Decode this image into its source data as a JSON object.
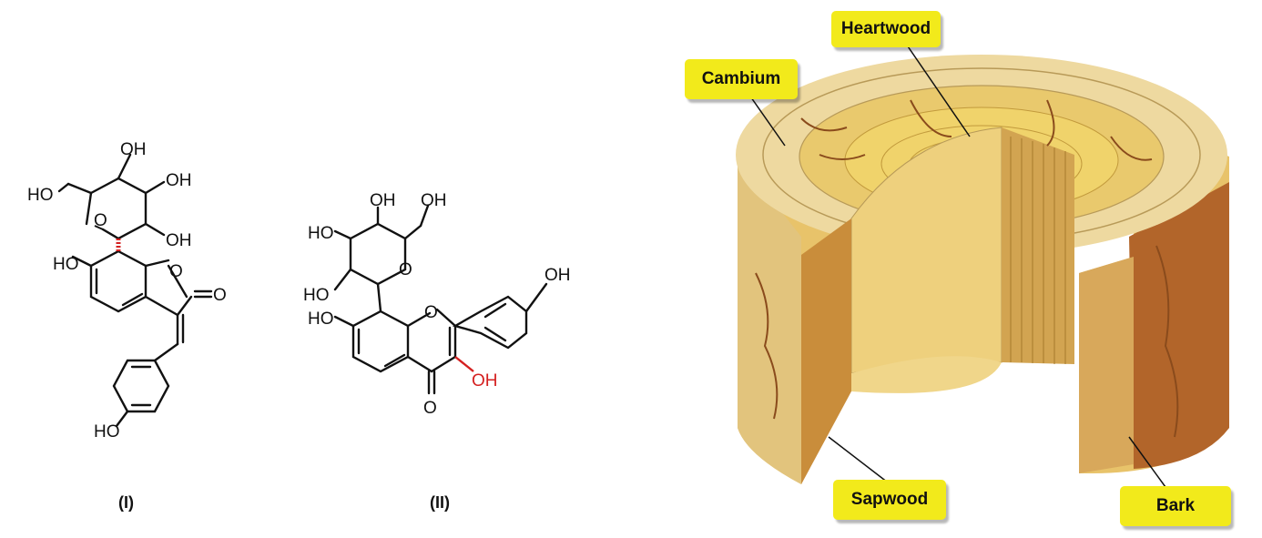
{
  "structure_I": {
    "atoms": {
      "oh_top": "OH",
      "ho_left": "HO",
      "oh_right": "OH",
      "ring_o": "O",
      "oh_lower": "OH",
      "ho_phenol": "HO",
      "lactone_o": "O",
      "carbonyl_o": "O",
      "ho_bottom": "HO"
    },
    "caption": "(I)"
  },
  "structure_II": {
    "atoms": {
      "oh_top": "OH",
      "oh_ch2": "OH",
      "ho_left": "HO",
      "ring_o": "O",
      "ho_lower": "HO",
      "ho_phenol": "HO",
      "chromone_o": "O",
      "oh_para": "OH",
      "oh_red": "OH",
      "carbonyl_o": "O"
    },
    "caption": "(II)"
  },
  "tree_diagram": {
    "labels": {
      "heartwood": "Heartwood",
      "cambium": "Cambium",
      "sapwood": "Sapwood",
      "bark": "Bark"
    },
    "colors": {
      "label_bg": "#f2ea1b",
      "bark": "#b2652a",
      "sapwood": "#e8c36a",
      "heartwood": "#f6d85c",
      "pith": "#f3c63a"
    }
  }
}
